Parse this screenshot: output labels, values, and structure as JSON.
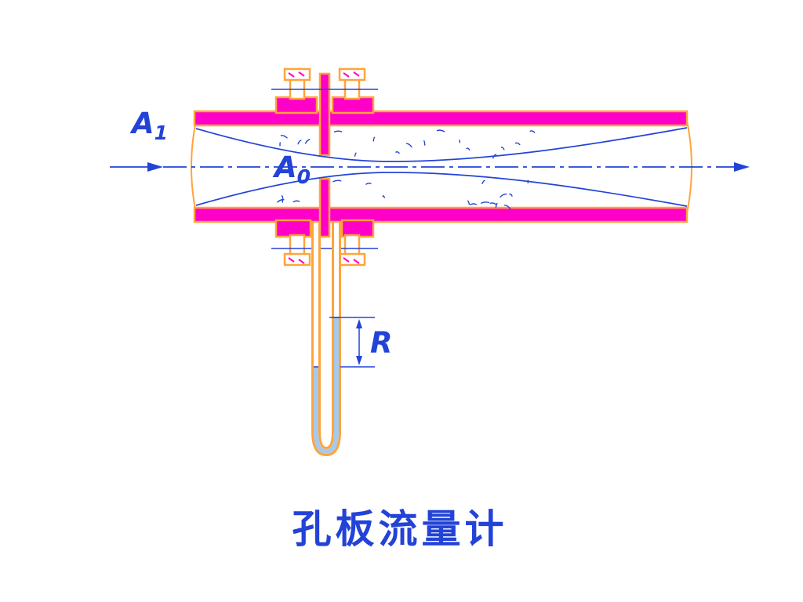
{
  "diagram": {
    "title": "孔板流量计",
    "labels": {
      "upstream_area": {
        "base": "A",
        "sub": "1"
      },
      "orifice_area": {
        "base": "A",
        "sub": "0"
      },
      "manometer_reading": "R"
    },
    "colors": {
      "line_blue": "#2343D7",
      "wall_magenta": "#FF00C8",
      "outline_orange": "#FFA43B",
      "liquid_blue": "#A6C9EC",
      "background": "#FFFFFF"
    }
  }
}
